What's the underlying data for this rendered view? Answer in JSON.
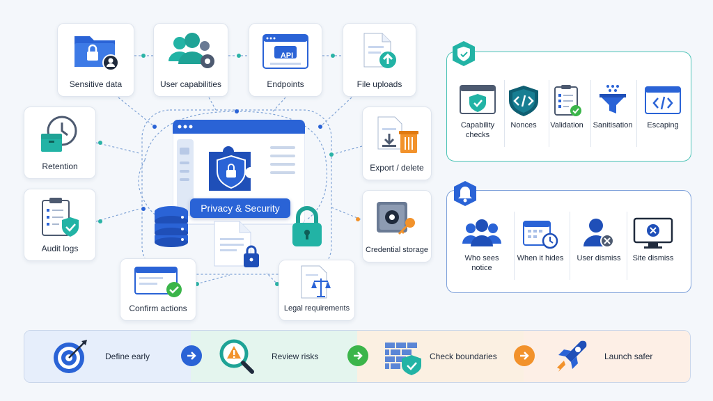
{
  "hub": {
    "label": "Privacy & Security"
  },
  "cards": {
    "sensitive_data": "Sensitive data",
    "user_capabilities": "User capabilities",
    "endpoints": "Endpoints",
    "endpoints_api": "API",
    "file_uploads": "File uploads",
    "retention": "Retention",
    "export_delete": "Export / delete",
    "audit_logs": "Audit logs",
    "credential_storage": "Credential storage",
    "confirm_actions": "Confirm actions",
    "legal_requirements": "Legal requirements"
  },
  "security_panel": {
    "items": [
      {
        "label": "Capability checks",
        "icon": "shield-check-window-icon"
      },
      {
        "label": "Nonces",
        "icon": "code-shield-icon"
      },
      {
        "label": "Validation",
        "icon": "checklist-clipboard-icon"
      },
      {
        "label": "Sanitisation",
        "icon": "filter-funnel-icon"
      },
      {
        "label": "Escaping",
        "icon": "code-window-icon"
      }
    ]
  },
  "notice_panel": {
    "items": [
      {
        "label": "Who sees notice",
        "icon": "users-group-icon"
      },
      {
        "label": "When it hides",
        "icon": "calendar-clock-icon"
      },
      {
        "label": "User dismiss",
        "icon": "user-dismiss-icon"
      },
      {
        "label": "Site dismiss",
        "icon": "monitor-dismiss-icon"
      }
    ]
  },
  "flow": {
    "steps": [
      {
        "label": "Define early",
        "icon": "target-icon"
      },
      {
        "label": "Review risks",
        "icon": "magnifier-warning-icon"
      },
      {
        "label": "Check boundaries",
        "icon": "wall-shield-icon"
      },
      {
        "label": "Launch safer",
        "icon": "rocket-icon"
      }
    ]
  },
  "colors": {
    "accent_blue": "#2a63d6",
    "teal": "#22a69a",
    "green": "#3bb54a",
    "orange": "#f2922b"
  }
}
